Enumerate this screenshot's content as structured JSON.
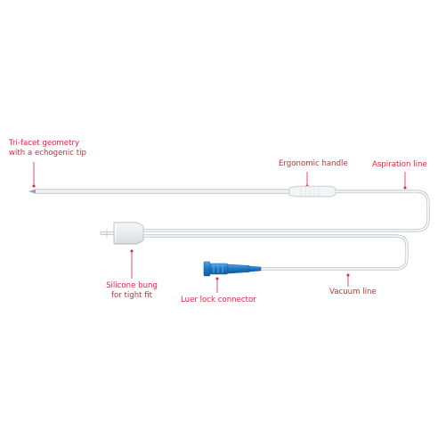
{
  "colors": {
    "annotation": "#e2263a",
    "tubing": "#c9ced3",
    "connector": "#1e79c8",
    "connector_dark": "#135a9c",
    "bung": "#eef1f3"
  },
  "labels": {
    "tip_line1": "Tri-facet geometry",
    "tip_line2": "with a echogenic tip",
    "handle": "Ergonomic handle",
    "aspiration": "Aspiration line",
    "bung_line1": "Silicone bung",
    "bung_line2": "for tight fit",
    "luer": "Luer lock connector",
    "vacuum": "Vacuum line"
  }
}
